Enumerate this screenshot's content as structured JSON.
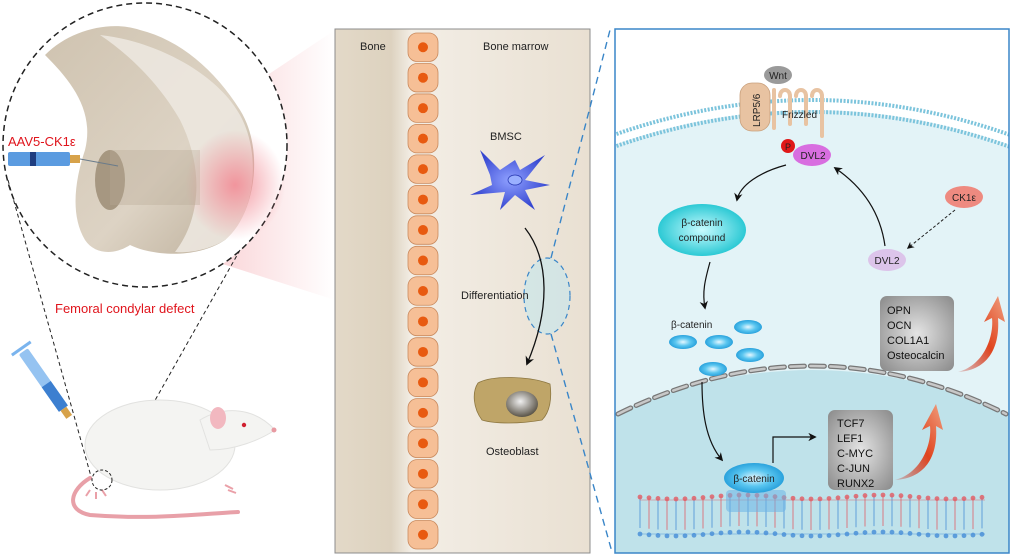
{
  "left_panel": {
    "injection_label": "AAV5-CK1ε",
    "defect_label": "Femoral condylar defect",
    "colors": {
      "label_red": "#e0141c",
      "bone": "#d9cfc0",
      "bone_light": "#efe9e0",
      "glow": "#f2a0a6",
      "syringe_blue": "#5b9be0",
      "rat": "#f4f4f2",
      "tail": "#e8a0a8"
    }
  },
  "middle_panel": {
    "bone_label": "Bone",
    "marrow_label": "Bone marrow",
    "bmsc_label": "BMSC",
    "differentiation_label": "Differentiation",
    "osteoblast_label": "Osteoblast",
    "lining_cell_count": 17,
    "colors": {
      "cell_fill": "#f6bf96",
      "cell_stroke": "#c98a5e",
      "nucleus": "#e85a10",
      "bmsc": "#4a5fe0",
      "osteoblast": "#bfa568",
      "panel_bg": "#e9e1d3"
    }
  },
  "right_panel": {
    "wnt_label": "Wnt",
    "lrp_label": "LRP5/6",
    "frizzled_label": "Frizzled",
    "phospho_label": "P",
    "dvl2_active_label": "DVL2",
    "dvl2_label": "DVL2",
    "ck1e_label": "CK1ε",
    "compound_label_line1": "β-catenin",
    "compound_label_line2": "compound",
    "free_catenin_label": "β-catenin",
    "nuclear_catenin_label": "β-catenin",
    "target_genes_nuclear": [
      "TCF7",
      "LEF1",
      "C-MYC",
      "C-JUN",
      "RUNX2"
    ],
    "target_genes_cytoplasm": [
      "OPN",
      "OCN",
      "COL1A1",
      "Osteocalcin"
    ],
    "colors": {
      "border": "#3a86c8",
      "cytoplasm": "#e3f3f7",
      "nucleus": "#bfe2ea",
      "membrane": "#7cc4dc",
      "wnt": "#9a9a9a",
      "receptor": "#e8c3a2",
      "dvl2_active": "#d86ee0",
      "dvl2": "#dcc4ea",
      "ck1e": "#ee8a80",
      "compound": "#36cfd8",
      "catenin": "#3bb4e6",
      "gene_box": "#9e9e9e",
      "arrow_up": "#e2502a",
      "dna_red": "#e06068",
      "dna_blue": "#4a90d8"
    }
  }
}
